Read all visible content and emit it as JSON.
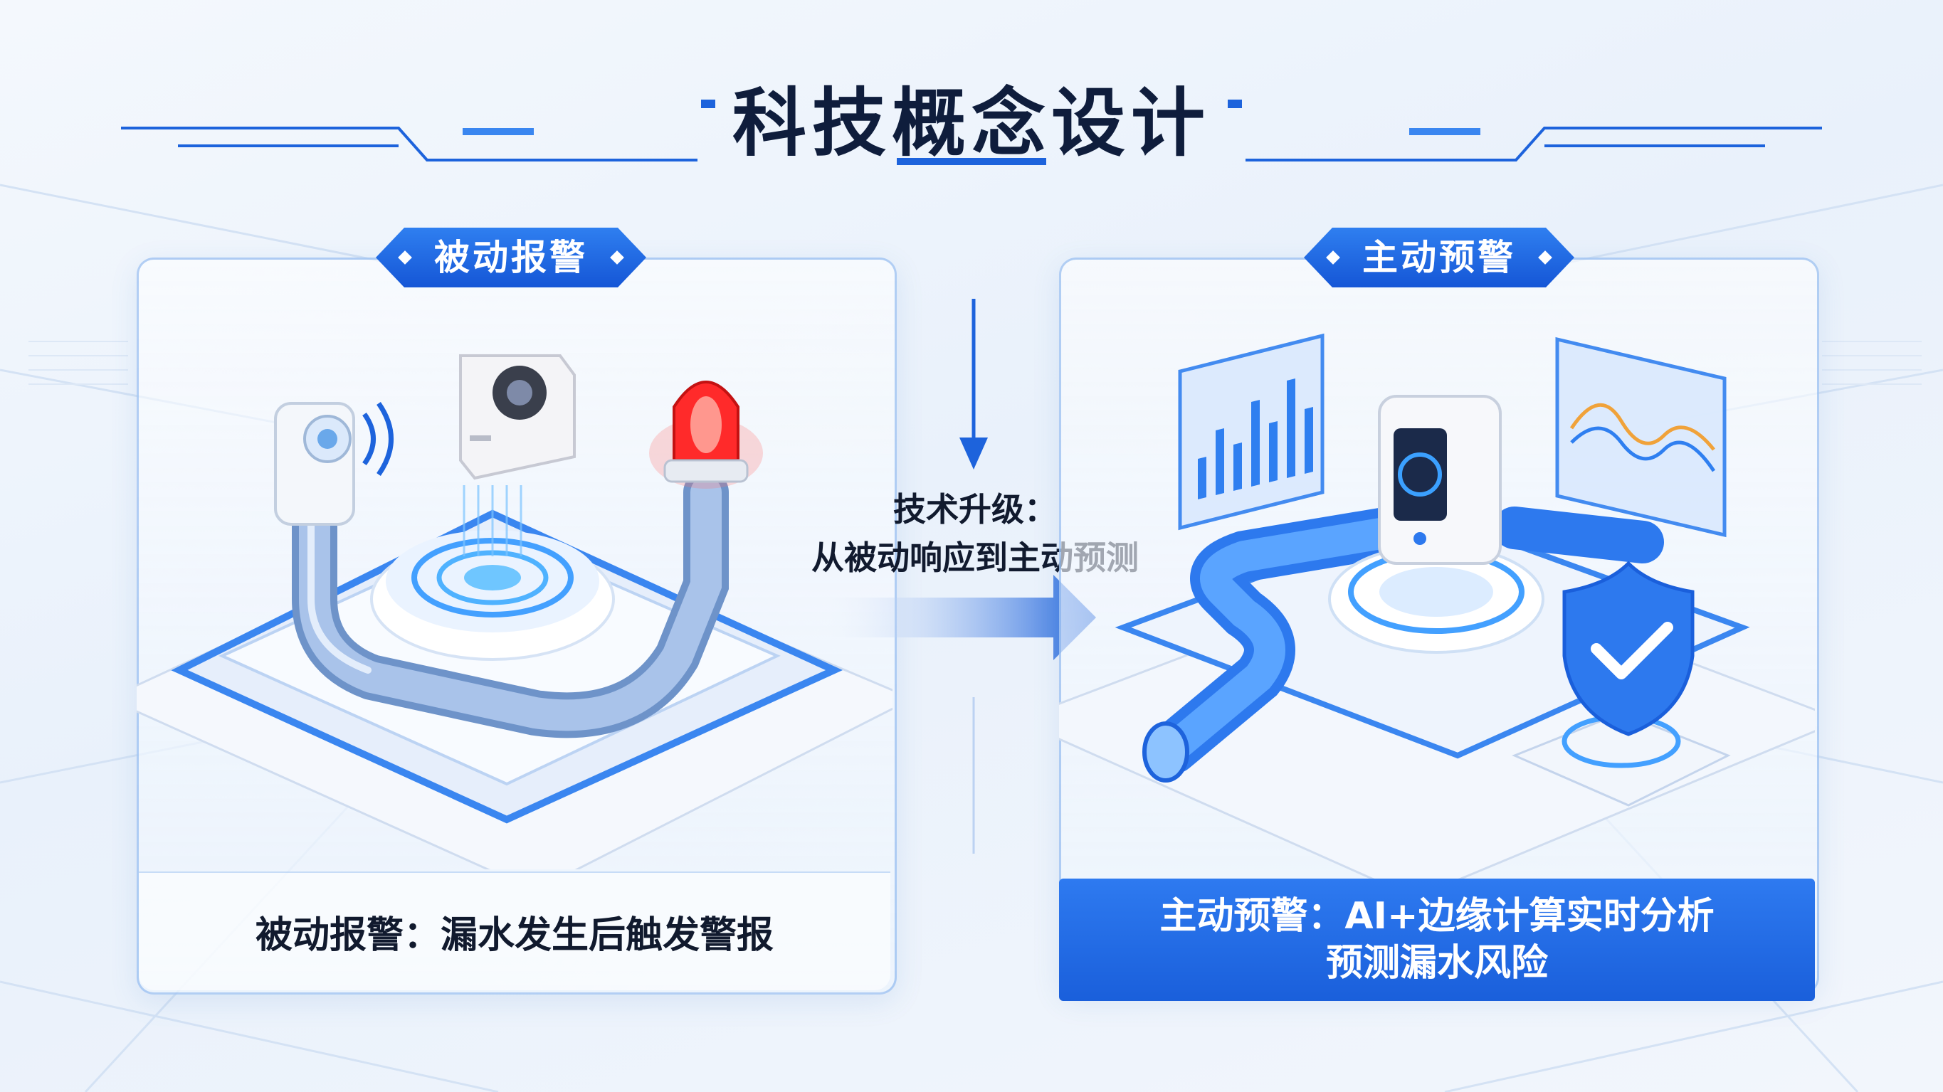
{
  "title": "科技概念设计",
  "left": {
    "tag": "被动报警",
    "caption": "被动报警：漏水发生后触发警报"
  },
  "middle": {
    "line1": "技术升级：",
    "line2": "从被动响应到主动预测"
  },
  "right": {
    "tag": "主动预警",
    "caption_line1": "主动预警：AI+边缘计算实时分析",
    "caption_line2": "预测漏水风险"
  },
  "colors": {
    "accent": "#1a5fdb",
    "title": "#0f1d3c",
    "alarm": "#ff2a2a",
    "panel_border": "#78aaeb"
  },
  "icons": [
    "motion-sensor-icon",
    "camera-icon",
    "alarm-beacon-icon",
    "pipe-icon",
    "dashboard-bar-chart-icon",
    "dashboard-line-chart-icon",
    "edge-device-icon",
    "shield-check-icon",
    "arrow-down-icon",
    "arrow-right-icon"
  ]
}
